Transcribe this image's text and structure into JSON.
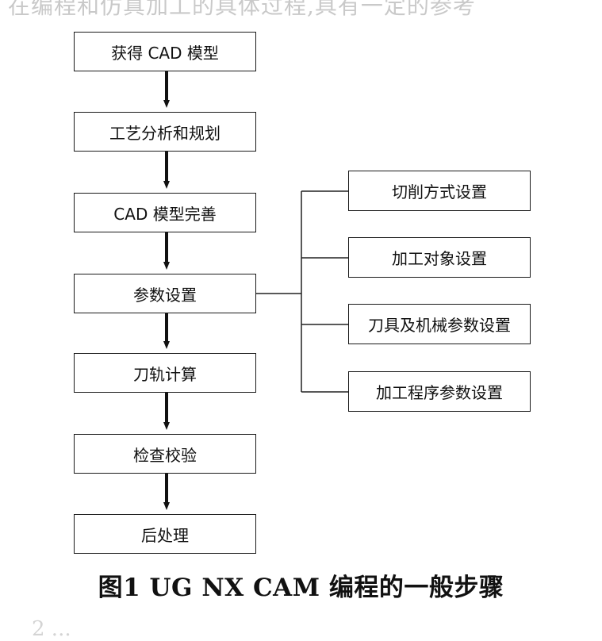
{
  "top_text": "在编程和仿真加工的具体过程,具有一定的参考",
  "main_steps": [
    "获得 CAD 模型",
    "工艺分析和规划",
    "CAD 模型完善",
    "参数设置",
    "刀轨计算",
    "检查校验",
    "后处理"
  ],
  "parameter_substeps": [
    "切削方式设置",
    "加工对象设置",
    "刀具及机械参数设置",
    "加工程序参数设置"
  ],
  "caption": "图1   UG NX CAM 编程的一般步骤",
  "bottom_text": "2  ..."
}
